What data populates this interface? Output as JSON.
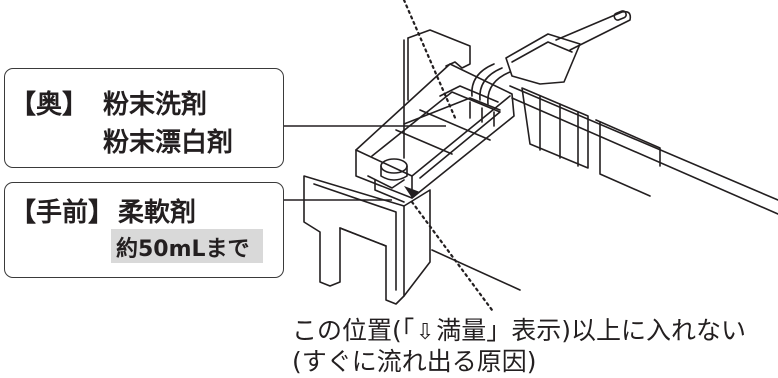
{
  "back_box": {
    "tag": "【奥】",
    "line1": "粉末洗剤",
    "line2": "粉末漂白剤"
  },
  "front_box": {
    "tag": "【手前】",
    "line1": "柔軟剤",
    "line2": "約50mLまで"
  },
  "caution": {
    "line1_pre": "この位置(「",
    "line1_icon": "arrow-down-icon",
    "line1_post": "満量」表示)以上に入れない",
    "line2": "(すぐに流れ出る原因)"
  },
  "colors": {
    "line": "#231f20",
    "highlight": "#d9d9d9"
  }
}
